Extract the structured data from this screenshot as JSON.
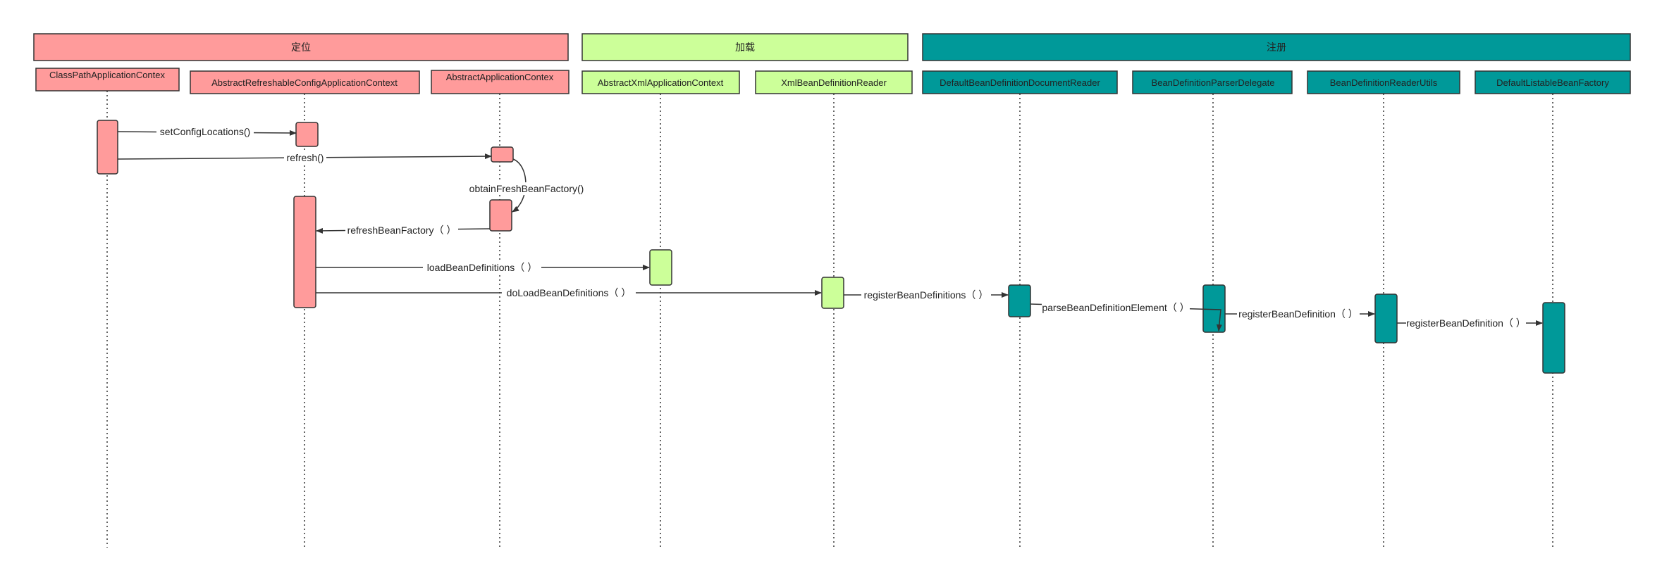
{
  "colors": {
    "pink": "#FF9B9B",
    "green": "#CCFF99",
    "teal": "#009999",
    "line": "#333333",
    "text": "#222222"
  },
  "phases": [
    {
      "id": "locate",
      "label": "定位",
      "color": "pink"
    },
    {
      "id": "load",
      "label": "加载",
      "color": "green"
    },
    {
      "id": "register",
      "label": "注册",
      "color": "teal"
    }
  ],
  "participants": [
    {
      "id": "p1",
      "label": "ClassPathApplicationContex",
      "color": "pink"
    },
    {
      "id": "p2",
      "label": "AbstractRefreshableConfigApplicationContext",
      "color": "pink"
    },
    {
      "id": "p3",
      "label": "AbstractApplicationContex",
      "color": "pink"
    },
    {
      "id": "p4",
      "label": "AbstractXmlApplicationContext",
      "color": "green"
    },
    {
      "id": "p5",
      "label": "XmlBeanDefinitionReader",
      "color": "green"
    },
    {
      "id": "p6",
      "label": "DefaultBeanDefinitionDocumentReader",
      "color": "teal"
    },
    {
      "id": "p7",
      "label": "BeanDefinitionParserDelegate",
      "color": "teal"
    },
    {
      "id": "p8",
      "label": "BeanDefinitionReaderUtils",
      "color": "teal"
    },
    {
      "id": "p9",
      "label": "DefaultListableBeanFactory",
      "color": "teal"
    }
  ],
  "messages": [
    {
      "id": "m1",
      "label": "setConfigLocations()",
      "from": "p1",
      "to": "p2"
    },
    {
      "id": "m2",
      "label": "refresh()",
      "from": "p1",
      "to": "p3"
    },
    {
      "id": "m3",
      "label": "obtainFreshBeanFactory()",
      "from": "p3",
      "to": "p3"
    },
    {
      "id": "m4",
      "label": "refreshBeanFactory（ ）",
      "from": "p3",
      "to": "p2"
    },
    {
      "id": "m5",
      "label": "loadBeanDefinitions（ ）",
      "from": "p2",
      "to": "p4"
    },
    {
      "id": "m6",
      "label": "doLoadBeanDefinitions（ ）",
      "from": "p2",
      "to": "p5"
    },
    {
      "id": "m7",
      "label": "registerBeanDefinitions（ ）",
      "from": "p5",
      "to": "p6"
    },
    {
      "id": "m8",
      "label": "parseBeanDefinitionElement（ ）",
      "from": "p6",
      "to": "p7"
    },
    {
      "id": "m9",
      "label": "registerBeanDefinition（ ）",
      "from": "p7",
      "to": "p8"
    },
    {
      "id": "m10",
      "label": "registerBeanDefinition（ ）",
      "from": "p8",
      "to": "p9"
    }
  ]
}
